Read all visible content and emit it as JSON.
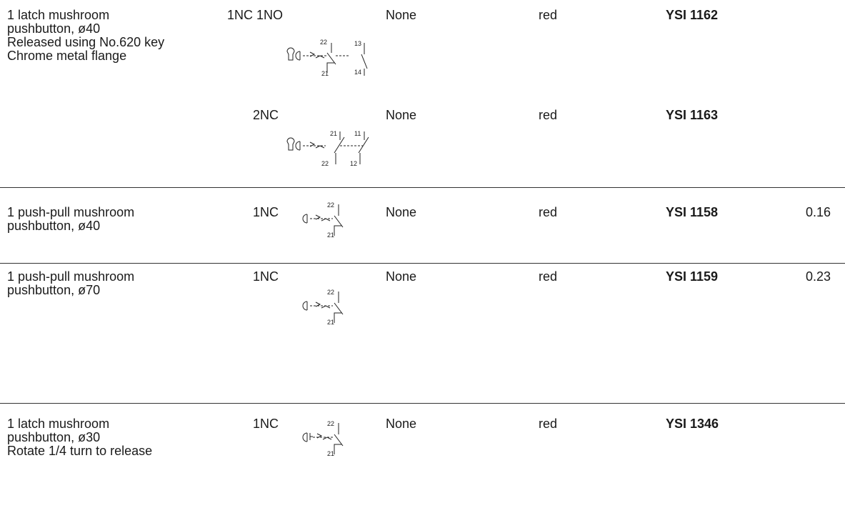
{
  "rows": [
    {
      "description": [
        "1 latch mushroom",
        "pushbutton, ø40",
        "Released using No.620 key",
        "Chrome metal flange"
      ],
      "contacts": "1NC 1NO",
      "operator": "None",
      "color": "red",
      "reference": "YSI 1162",
      "weight": "",
      "terminals": [
        "22",
        "21",
        "13",
        "14"
      ]
    },
    {
      "description": [],
      "contacts": "2NC",
      "operator": "None",
      "color": "red",
      "reference": "YSI 1163",
      "weight": "",
      "terminals": [
        "21",
        "22",
        "11",
        "12"
      ]
    },
    {
      "description": [
        "1 push-pull mushroom",
        "pushbutton, ø40"
      ],
      "contacts": "1NC",
      "operator": "None",
      "color": "red",
      "reference": "YSI 1158",
      "weight": "0.16",
      "terminals": [
        "22",
        "21"
      ]
    },
    {
      "description": [
        "1 push-pull mushroom",
        "pushbutton, ø70"
      ],
      "contacts": "1NC",
      "operator": "None",
      "color": "red",
      "reference": "YSI 1159",
      "weight": "0.23",
      "terminals": [
        "22",
        "21"
      ]
    },
    {
      "description": [
        "1 latch mushroom",
        "pushbutton, ø30",
        "Rotate 1/4 turn to release"
      ],
      "contacts": "1NC",
      "operator": "None",
      "color": "red",
      "reference": "YSI 1346",
      "weight": "",
      "terminals": [
        "22",
        "21"
      ]
    }
  ]
}
